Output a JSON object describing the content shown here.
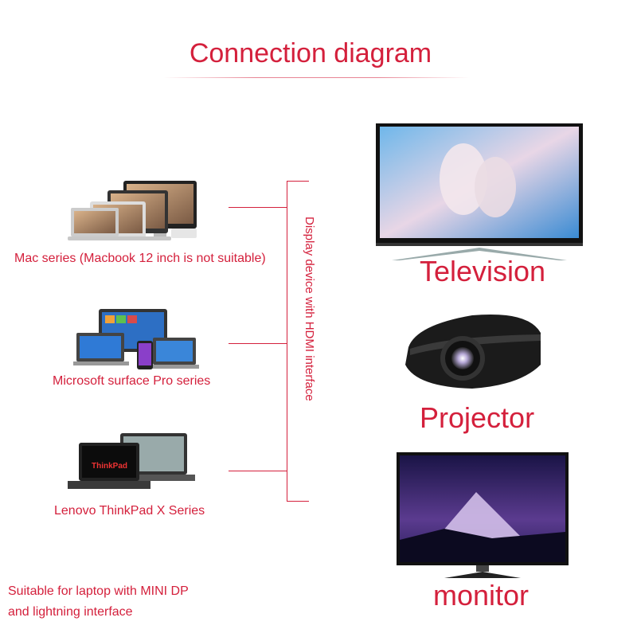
{
  "title": "Connection diagram",
  "sources": [
    {
      "label": "Mac series (Macbook 12 inch is not suitable)"
    },
    {
      "label": "Microsoft surface Pro series"
    },
    {
      "label": "Lenovo ThinkPad X Series"
    }
  ],
  "vertical_label": "Display device with HDMI interface",
  "displays": [
    {
      "label": "Television"
    },
    {
      "label": "Projector"
    },
    {
      "label": "monitor"
    }
  ],
  "footnote": {
    "line1": "Suitable for laptop with MINI DP",
    "line2": "and lightning interface"
  },
  "colors": {
    "accent": "#d4203c"
  }
}
